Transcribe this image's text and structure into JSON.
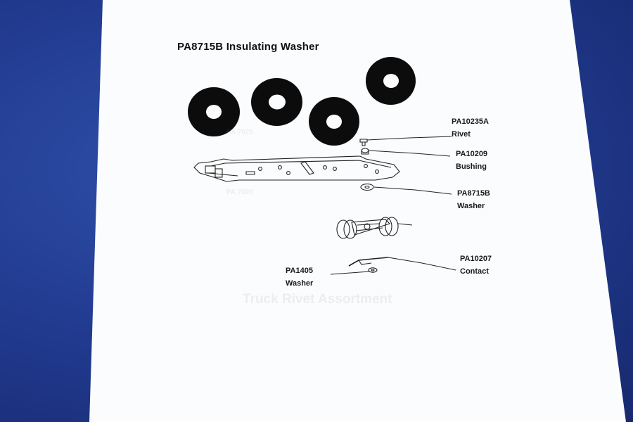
{
  "document": {
    "title": "PA8715B Insulating Washer",
    "faint_caption": "Truck Rivet Assortment",
    "faint_labels": [
      "PA 7025",
      "PA 7020"
    ]
  },
  "callouts": [
    {
      "part": "PA10235A",
      "name": "Rivet"
    },
    {
      "part": "PA10209",
      "name": "Bushing"
    },
    {
      "part": "PA8715B",
      "name": "Washer"
    },
    {
      "part": "PA10207",
      "name": "Contact"
    },
    {
      "part": "PA1405",
      "name": "Washer"
    }
  ],
  "colors": {
    "background": "#223c92",
    "paper": "#fbfcfd",
    "ink": "#111111"
  }
}
